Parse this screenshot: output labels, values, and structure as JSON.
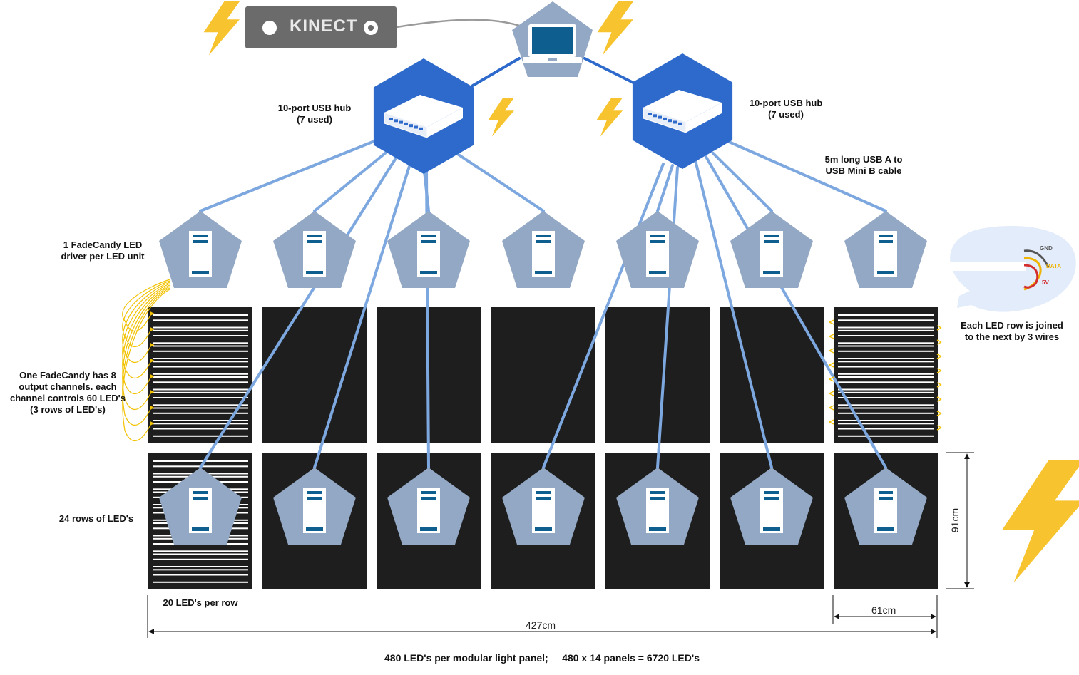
{
  "kinect": {
    "label": "KINECT"
  },
  "labels": {
    "hub_left": "10-port USB hub\n(7 used)",
    "hub_right": "10-port USB hub\n(7 used)",
    "cable": "5m long USB A to\nUSB Mini B cable",
    "fadecandy_per_unit": "1 FadeCandy LED\ndriver per LED unit",
    "fadecandy_channels": "One FadeCandy has 8\noutput channels. each\nchannel controls 60 LED's\n(3 rows of LED's)",
    "rows": "24 rows of LED's",
    "per_row": "20 LED's per row",
    "row_join": "Each LED row is joined\nto the next by 3 wires",
    "footer": "480 LED's per modular light panel;     480 x 14 panels = 6720 LED's"
  },
  "dimensions": {
    "total_width": "427cm",
    "panel_width": "61cm",
    "panel_height": "91cm"
  },
  "wire_legend": [
    {
      "name": "GND",
      "color": "#555555"
    },
    {
      "name": "DATA",
      "color": "#f0b400"
    },
    {
      "name": "5V",
      "color": "#d32f2f"
    }
  ],
  "colors": {
    "hub_blue": "#2d6acb",
    "node_grey": "#93a8c4",
    "cable_blue": "#7da7df",
    "panel_black": "#1e1e1e",
    "lightning": "#f7c42f",
    "kinect_grey": "#6b6b6b",
    "device_teal": "#0e5f8f"
  },
  "icons": [
    "laptop-icon",
    "usb-hub-icon",
    "fadecandy-board-icon",
    "lightning-icon",
    "kinect-sensor"
  ],
  "panel_grid": {
    "columns": 7,
    "rows": 2,
    "led_rows_per_panel": 24,
    "leds_per_row": 20
  }
}
